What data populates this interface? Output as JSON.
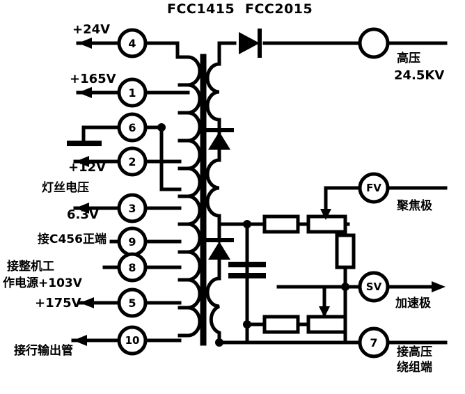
{
  "diagram": {
    "type": "schematic",
    "subject": "flyback-transformer-high-voltage-supply",
    "title_left": "FCC1415",
    "title_right": "FCC2015",
    "ink_color": "#000000",
    "background_color": "#ffffff"
  },
  "left_terminals": [
    {
      "pin": "4",
      "label": "+24V",
      "sub": ""
    },
    {
      "pin": "1",
      "label": "+165V",
      "sub": ""
    },
    {
      "pin": "6",
      "label": "",
      "sub": "ground-symbol"
    },
    {
      "pin": "2",
      "label": "+12V",
      "sub": ""
    },
    {
      "pin": "3",
      "label": "6.3V",
      "sub": "灯丝电压"
    },
    {
      "pin": "9",
      "label": "接C456正端",
      "sub": ""
    },
    {
      "pin": "8",
      "label": "接整机工",
      "sub": "作电源+103V"
    },
    {
      "pin": "5",
      "label": "+175V",
      "sub": ""
    },
    {
      "pin": "10",
      "label": "接行输出管",
      "sub": ""
    }
  ],
  "right_terminals": [
    {
      "pin": "",
      "label": "高压",
      "sub": "24.5KV"
    },
    {
      "pin": "FV",
      "label": "聚焦极",
      "sub": ""
    },
    {
      "pin": "SV",
      "label": "加速极",
      "sub": ""
    },
    {
      "pin": "7",
      "label": "接高压",
      "sub": "绕组端"
    }
  ],
  "labels": {
    "fcc_left": "FCC1415",
    "fcc_right": "FCC2015",
    "v24": "+24V",
    "v165": "+165V",
    "v12": "+12V",
    "filament_voltage": "灯丝电压",
    "v63": "6.3V",
    "c456": "接C456正端",
    "whole_machine_1": "接整机工",
    "whole_machine_2": "作电源+103V",
    "v175": "+175V",
    "line_output": "接行输出管",
    "hv": "高压",
    "hv_value": "24.5KV",
    "focus": "聚焦极",
    "accel": "加速极",
    "hv_winding_1": "接高压",
    "hv_winding_2": "绕组端"
  },
  "pin_numbers": {
    "p4": "4",
    "p1": "1",
    "p6": "6",
    "p2": "2",
    "p3": "3",
    "p9": "9",
    "p8": "8",
    "p5": "5",
    "p10": "10",
    "fv": "FV",
    "sv": "SV",
    "p7": "7"
  },
  "components": {
    "transformer_core": "vertical-bar",
    "primary_winding": "left-coil",
    "secondary_winding": "right-coil",
    "diodes": [
      "hv-rectifier-diode",
      "mid-diode",
      "lower-diode"
    ],
    "capacitor": "filter-capacitor",
    "resistors": [
      "r-top-fixed",
      "r-bottom-fixed",
      "r-vertical"
    ],
    "potentiometers": [
      "focus-pot",
      "accel-pot"
    ],
    "ground": "chassis-ground"
  }
}
